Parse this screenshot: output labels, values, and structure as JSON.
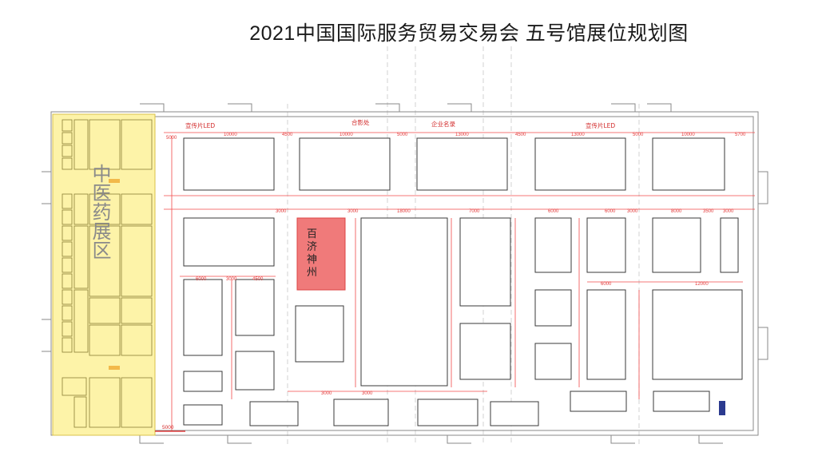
{
  "title": "2021中国国际服务贸易交易会 五号馆展位规划图",
  "labels": {
    "led_left": "宣传片LED",
    "photo_spot": "合影处",
    "company_list": "企业名录",
    "led_right": "宣传片LED",
    "tcm_zone": "中医药展区",
    "booth_name": "百济神州",
    "entrance_dim": "5000"
  },
  "dimensions": [
    "5000",
    "10000",
    "4500",
    "10000",
    "5000",
    "13000",
    "4500",
    "13000",
    "5000",
    "10000",
    "5700",
    "6000",
    "3000",
    "3000",
    "18000",
    "3000",
    "7000",
    "6000",
    "6000",
    "3000",
    "8000",
    "3500",
    "3000",
    "6000",
    "4500",
    "3000",
    "12000",
    "3000",
    "5000"
  ],
  "colors": {
    "tcm_fill": "#fdf3a8",
    "highlight_booth": "#f07a7a",
    "dimension_red": "#e33b3b"
  }
}
